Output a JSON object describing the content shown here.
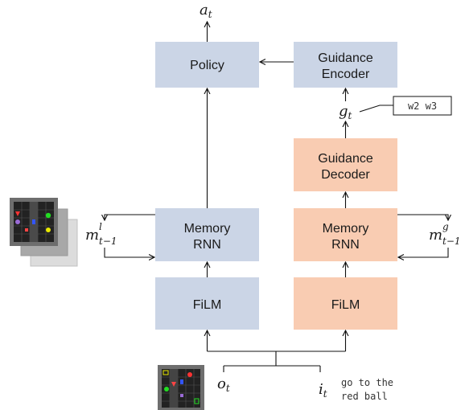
{
  "colors": {
    "blue_box": "#cbd5e6",
    "orange_box": "#f9ccb2",
    "line": "#111111"
  },
  "boxes": {
    "policy": "Policy",
    "guidance_encoder": [
      "Guidance",
      "Encoder"
    ],
    "guidance_decoder": [
      "Guidance",
      "Decoder"
    ],
    "memory_rnn_left": [
      "Memory",
      "RNN"
    ],
    "memory_rnn_right": [
      "Memory",
      "RNN"
    ],
    "film_left": "FiLM",
    "film_right": "FiLM"
  },
  "symbols": {
    "action": {
      "base": "a",
      "sub": "t"
    },
    "guidance": {
      "base": "g",
      "sub": "t"
    },
    "memory_left": {
      "base": "m",
      "sup": "l",
      "sub": "t−1"
    },
    "memory_right": {
      "base": "m",
      "sup": "g",
      "sub": "t−1"
    },
    "observation": {
      "base": "o",
      "sub": "t"
    },
    "instruction": {
      "base": "i",
      "sub": "t"
    }
  },
  "callout_text": "w2 w3",
  "instruction_text": [
    "go to the",
    "red ball"
  ],
  "icons": [
    "gridworld-observation-stack-icon",
    "gridworld-observation-icon"
  ]
}
